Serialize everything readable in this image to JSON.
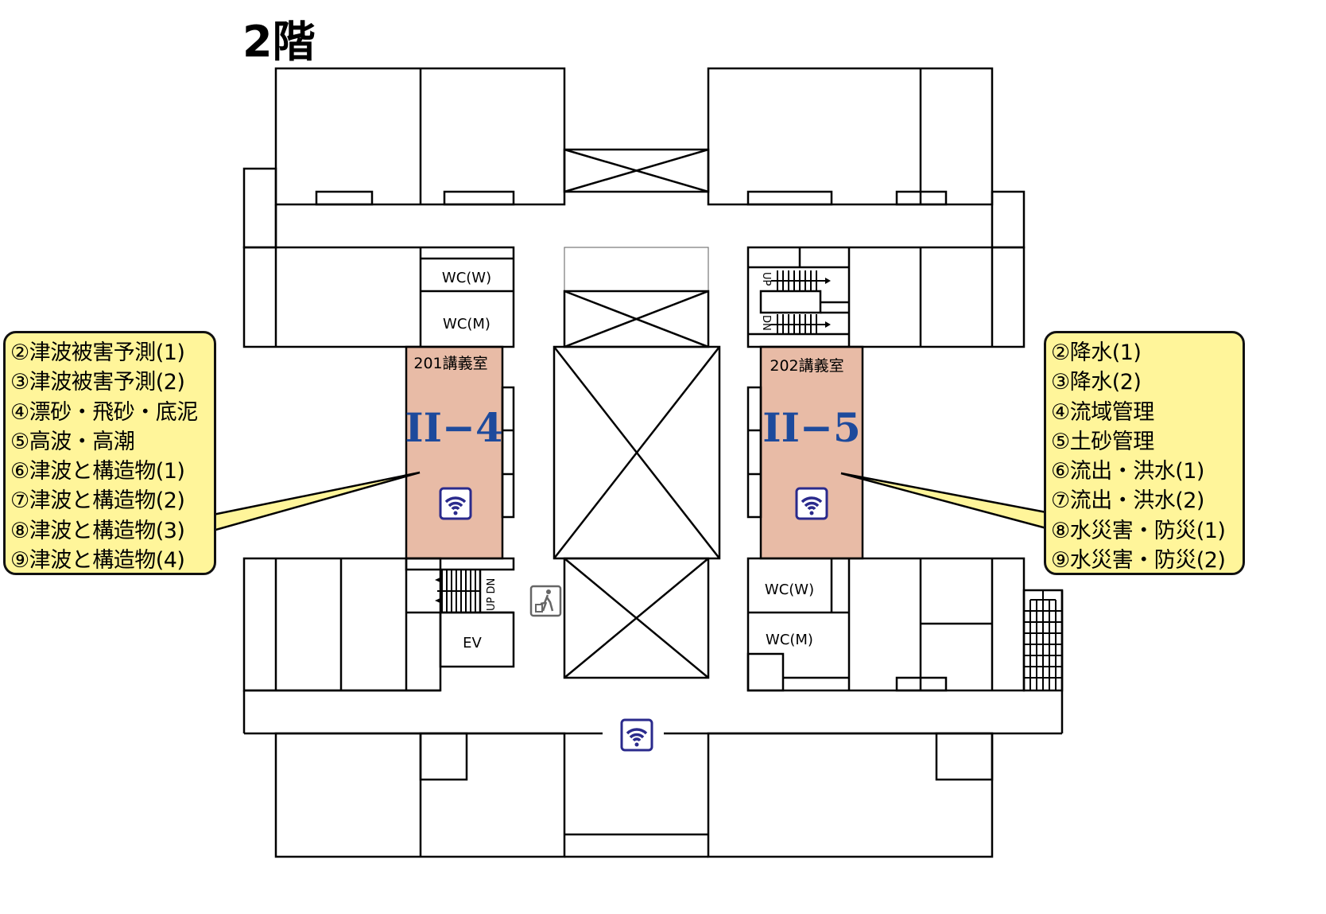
{
  "floor_title": "2階",
  "rooms": {
    "wc_w_1": "WC(W)",
    "wc_m_1": "WC(M)",
    "wc_w_2": "WC(W)",
    "wc_m_2": "WC(M)",
    "ev": "EV",
    "room_201": {
      "name": "201講義室",
      "code": "II−4"
    },
    "room_202": {
      "name": "202講義室",
      "code": "II−5"
    },
    "stair_labels": {
      "up": "UP",
      "dn": "DN",
      "updn": "UP DN"
    }
  },
  "callout_left": {
    "items": [
      "②津波被害予測(1)",
      "③津波被害予測(2)",
      "④漂砂・飛砂・底泥",
      "⑤高波・高潮",
      "⑥津波と構造物(1)",
      "⑦津波と構造物(2)",
      "⑧津波と構造物(3)",
      "⑨津波と構造物(4)"
    ]
  },
  "callout_right": {
    "items": [
      "②降水(1)",
      "③降水(2)",
      "④流域管理",
      "⑤土砂管理",
      "⑥流出・洪水(1)",
      "⑦流出・洪水(2)",
      "⑧水災害・防災(1)",
      "⑨水災害・防災(2)"
    ]
  },
  "colors": {
    "room_fill": "#e8bba6",
    "code_text": "#1d4a9c",
    "callout_fill": "#fff59a",
    "wifi": "#2a2a8c"
  },
  "icons": [
    "wifi-icon",
    "trash-icon"
  ]
}
